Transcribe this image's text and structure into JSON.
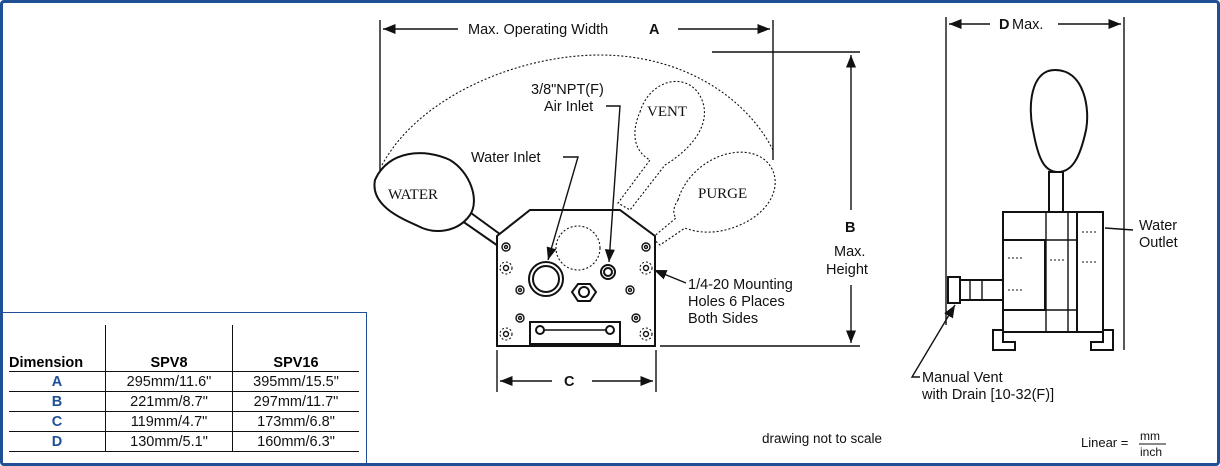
{
  "diagram": {
    "max_width_label": "Max. Operating Width",
    "max_width_key": "A",
    "max_height_key": "B",
    "max_height_line1": "Max.",
    "max_height_line2": "Height",
    "width_c_key": "C",
    "d_max_key": "D",
    "d_max_suffix": " Max.",
    "air_inlet_line1": "3/8\"NPT(F)",
    "air_inlet_line2": "Air Inlet",
    "water_inlet": "Water Inlet",
    "vent_label": "VENT",
    "purge_label": "PURGE",
    "water_label": "WATER",
    "mounting_line1": "1/4-20 Mounting",
    "mounting_line2": "Holes 6 Places",
    "mounting_line3": "Both Sides",
    "water_outlet_line1": "Water",
    "water_outlet_line2": "Outlet",
    "manual_vent_line1": "Manual Vent",
    "manual_vent_line2": "with Drain [10-32(F)]",
    "note": "drawing not to scale",
    "units_prefix": "Linear =",
    "units_num": "mm",
    "units_den": "inch"
  },
  "table": {
    "headers": [
      "Dimension",
      "SPV8",
      "SPV16"
    ],
    "rows": [
      {
        "key": "A",
        "spv8": "295mm/11.6\"",
        "spv16": "395mm/15.5\""
      },
      {
        "key": "B",
        "spv8": "221mm/8.7\"",
        "spv16": "297mm/11.7\""
      },
      {
        "key": "C",
        "spv8": "119mm/4.7\"",
        "spv16": "173mm/6.8\""
      },
      {
        "key": "D",
        "spv8": "130mm/5.1\"",
        "spv16": "160mm/6.3\""
      }
    ]
  },
  "colors": {
    "border": "#1f4f95",
    "key_text": "#1f4f95"
  }
}
